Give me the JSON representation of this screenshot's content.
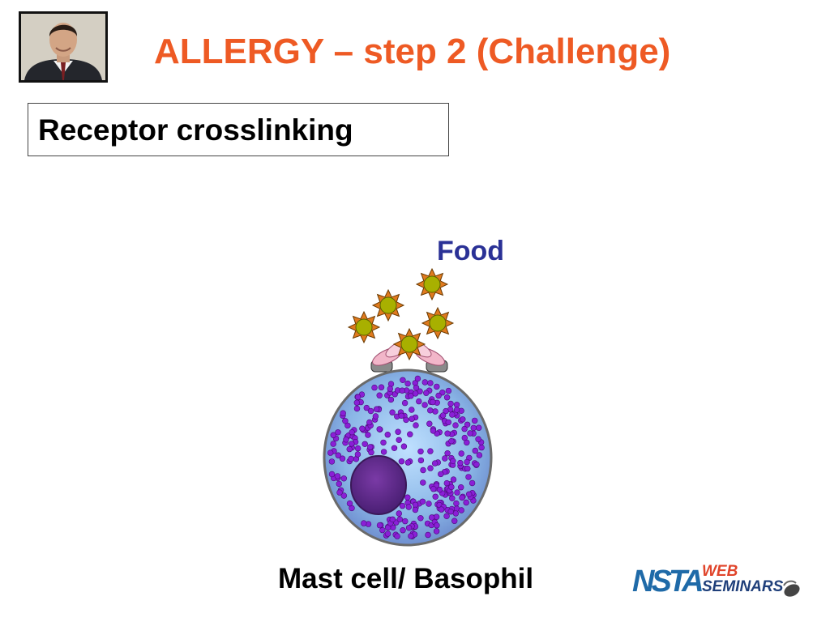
{
  "slide": {
    "title": "ALLERGY – step 2 (Challenge)",
    "subtitle": "Receptor crosslinking",
    "title_color": "#ee5a24"
  },
  "diagram": {
    "allergen_label": "Food",
    "cell_label": "Mast cell/ Basophil",
    "allergen_count": 5,
    "colors": {
      "allergen_label": "#2a3196",
      "cell_body": "#8ab6e6",
      "granules": "#8a1fd6",
      "nucleus": "#5b2a8a",
      "allergen_core": "#a8b000",
      "allergen_spikes": "#e07a1e",
      "antibody": "#f2b6c9"
    }
  },
  "logo": {
    "org": "NSTA",
    "line1": "WEB",
    "line2": "SEMINARS",
    "icon": "computer-mouse-icon"
  },
  "presenter": {
    "icon": "presenter-photo"
  }
}
